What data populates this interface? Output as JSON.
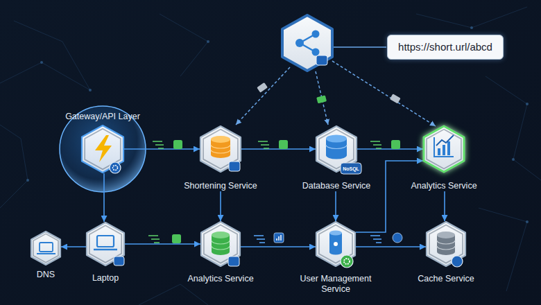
{
  "diagram": {
    "nodes": [
      {
        "text": [
          "https://short.url/abcd"
        ]
      },
      {
        "text": [
          "Gateway/API Layer"
        ]
      },
      {
        "text": [
          "Shortening Service"
        ]
      },
      {
        "text": [
          "Database Service"
        ]
      },
      {
        "text": [
          "Analytics Service"
        ]
      },
      {
        "text": [
          "DNS"
        ]
      },
      {
        "text": [
          "Laptop"
        ]
      },
      {
        "text": [
          "Analytics Service"
        ]
      },
      {
        "text": [
          "User Management Service"
        ]
      },
      {
        "text": [
          "Cache Service"
        ]
      }
    ],
    "edges": [
      {
        "from": 1,
        "to": 2,
        "arrow": "to"
      },
      {
        "from": 2,
        "to": 3,
        "arrow": "to"
      },
      {
        "from": 3,
        "to": 4,
        "arrow": "to"
      },
      {
        "from": 1,
        "to": 6,
        "arrow": "to"
      },
      {
        "from": 6,
        "to": 5,
        "arrow": "to"
      },
      {
        "from": 6,
        "to": 7,
        "arrow": "to"
      },
      {
        "from": 2,
        "to": 7,
        "arrow": "to"
      },
      {
        "from": 7,
        "to": 8,
        "arrow": "to"
      },
      {
        "from": 3,
        "to": 8,
        "arrow": "to"
      },
      {
        "from": 8,
        "to": 9,
        "arrow": "to"
      },
      {
        "from": 4,
        "to": 9,
        "arrow": "to"
      },
      {
        "from": 8,
        "to": 4,
        "arrow": "to"
      }
    ],
    "labels": [
      "NoSQL"
    ]
  }
}
